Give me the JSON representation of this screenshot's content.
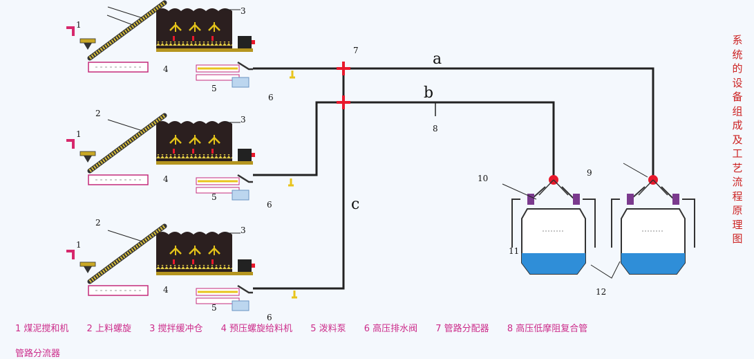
{
  "side_title": "系统的设备组成及工艺流程原理图",
  "legend": {
    "row1": [
      "1 煤泥搅和机",
      "2 上料螺旋",
      "3 搅拌缓冲仓",
      "4 预压螺旋给料机",
      "5 泼料泵",
      "6 高压排水阀",
      "7 管路分配器",
      "8 高压低摩阻复合管"
    ],
    "row2": [
      "管路分流器"
    ]
  },
  "line_labels": {
    "a": "a",
    "b": "b",
    "c": "c"
  },
  "numbers": {
    "n1": "1",
    "n2": "2",
    "n3": "3",
    "n4": "4",
    "n5": "5",
    "n6": "6",
    "n7": "7",
    "n8": "8",
    "n9": "9",
    "n10": "10",
    "n11": "11",
    "n12": "12"
  },
  "colors": {
    "pipe": "#222222",
    "hopper_body": "#2b1f1f",
    "hopper_agitator": "#e2c21a",
    "conveyor": "#c8ad2a",
    "valve": "#e8c41c",
    "junction": "#e8192c",
    "legend_text": "#cc2c8a",
    "vessel_water": "#2f8ed8",
    "vessel_valve": "#7b3a8e"
  }
}
